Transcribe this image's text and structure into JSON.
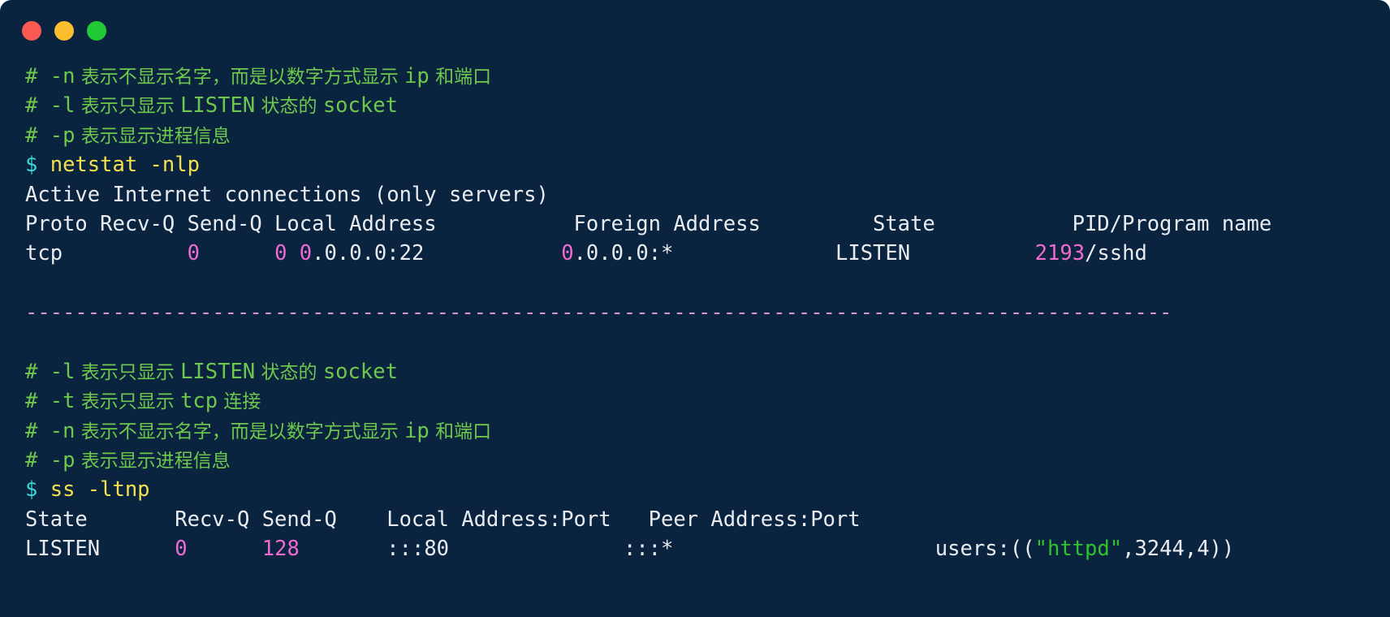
{
  "window": {
    "background_color": "#0a2440",
    "traffic_lights": [
      {
        "name": "close",
        "color": "#fb5a52"
      },
      {
        "name": "minimize",
        "color": "#fbbe2e"
      },
      {
        "name": "maximize",
        "color": "#21c935"
      }
    ]
  },
  "colors": {
    "comment_green": "#6ec84c",
    "prompt_cyan": "#36d9d9",
    "command_yellow": "#f4e04d",
    "output_white": "#e8ecf1",
    "number_pink": "#f06bd0",
    "separator_mauve": "#d98fd9",
    "string_green": "#2fc22f"
  },
  "block1": {
    "comments": [
      {
        "hash": "# ",
        "flag": "-n",
        "text": " 表示不显示名字，而是以数字方式显示 ",
        "code": "ip",
        "tail": " 和端口"
      },
      {
        "hash": "# ",
        "flag": "-l",
        "text": " 表示只显示 ",
        "code": "LISTEN",
        "mid": " 状态的 ",
        "code2": "socket"
      },
      {
        "hash": "# ",
        "flag": "-p",
        "text": " 表示显示进程信息"
      }
    ],
    "prompt": "$",
    "command": "netstat -nlp",
    "banner": "Active Internet connections (only servers)",
    "header": "Proto Recv-Q Send-Q Local Address           Foreign Address         State           PID/Program name",
    "row": {
      "proto": "tcp",
      "recv_q": "0",
      "send_q": "0",
      "local_address_head": "0",
      "local_address_rest": ".0.0.0:22",
      "foreign_address_head": "0",
      "foreign_address_rest": ".0.0.0:*",
      "state": "LISTEN",
      "pid": "2193",
      "program": "/sshd"
    }
  },
  "separator": "--------------------------------------------------------------------------------------------",
  "block2": {
    "comments": [
      {
        "hash": "# ",
        "flag": "-l",
        "text": " 表示只显示 ",
        "code": "LISTEN",
        "mid": " 状态的 ",
        "code2": "socket"
      },
      {
        "hash": "# ",
        "flag": "-t",
        "text": " 表示只显示 ",
        "code": "tcp",
        "tail": " 连接"
      },
      {
        "hash": "# ",
        "flag": "-n",
        "text": " 表示不显示名字，而是以数字方式显示 ",
        "code": "ip",
        "tail": " 和端口"
      },
      {
        "hash": "# ",
        "flag": "-p",
        "text": " 表示显示进程信息"
      }
    ],
    "prompt": "$",
    "command": "ss -ltnp",
    "header": "State       Recv-Q Send-Q    Local Address:Port   Peer Address:Port",
    "row": {
      "state": "LISTEN",
      "recv_q": "0",
      "send_q": "128",
      "local_address": ":::80",
      "peer_address": ":::*",
      "users_prefix": "users:((",
      "users_process": "\"httpd\"",
      "users_suffix": ",3244,4))"
    }
  }
}
